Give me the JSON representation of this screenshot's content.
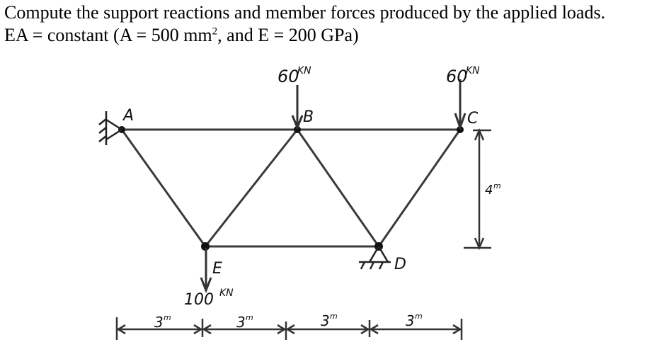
{
  "problem": {
    "line1": "Compute the support reactions and member forces produced by the applied loads.",
    "line2_prefix": "EA = constant (A = 500 mm",
    "line2_sup": "2",
    "line2_suffix": ", and E = 200 GPa)"
  },
  "diagram": {
    "nodes": {
      "A": "A",
      "B": "B",
      "C": "C",
      "D": "D",
      "E": "E"
    },
    "loads": {
      "B": {
        "value": "60",
        "unit": "KN"
      },
      "C": {
        "value": "60",
        "unit": "KN"
      },
      "E": {
        "value": "100",
        "unit": "KN"
      }
    },
    "dimensions": {
      "height": {
        "value": "4",
        "unit": "m"
      },
      "spans": [
        {
          "value": "3",
          "unit": "m"
        },
        {
          "value": "3",
          "unit": "m"
        },
        {
          "value": "3",
          "unit": "m"
        },
        {
          "value": "3",
          "unit": "m"
        }
      ]
    },
    "colors": {
      "line": "#3a3a3a",
      "node": "#111111"
    }
  }
}
